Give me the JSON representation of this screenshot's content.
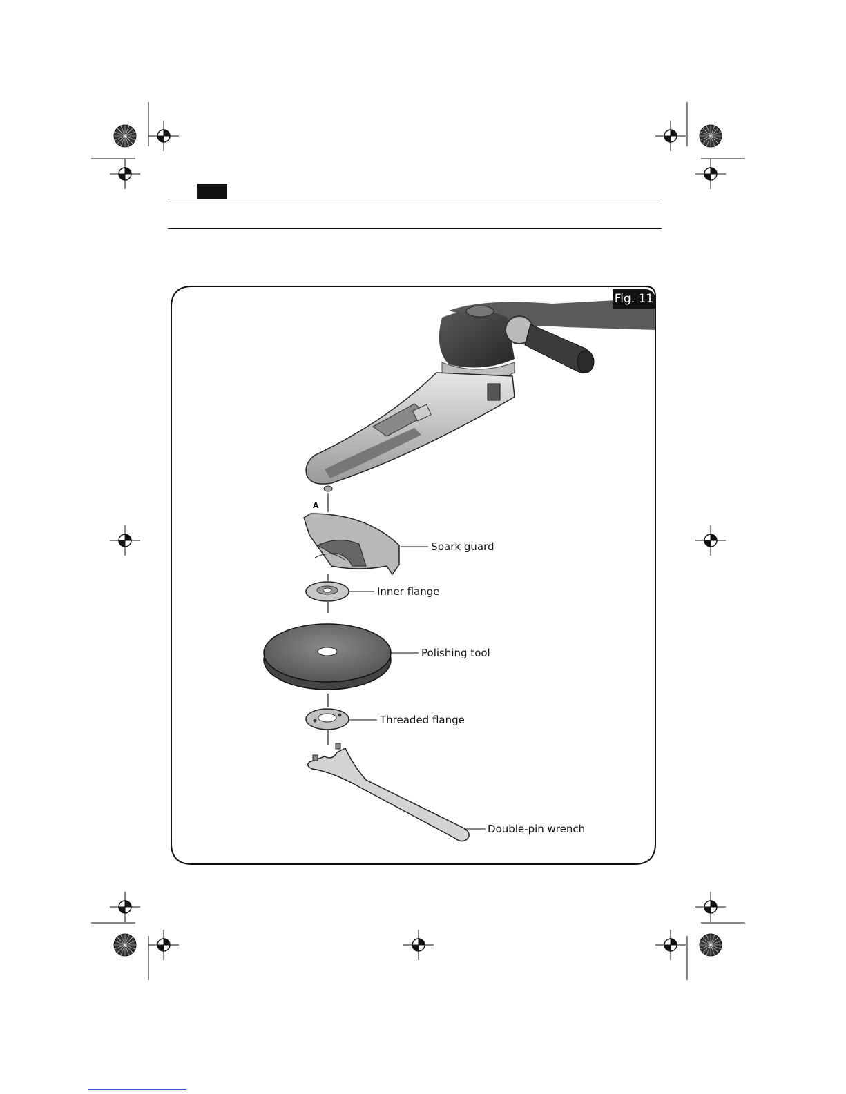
{
  "figure": {
    "tag": "Fig. 11",
    "marker": "A",
    "labels": {
      "spark_guard": "Spark guard",
      "inner_flange": "Inner flange",
      "polishing_tool": "Polishing tool",
      "threaded_flange": "Threaded flange",
      "double_pin_wrench": "Double-pin wrench"
    }
  },
  "colors": {
    "ink": "#111111",
    "tool_body": "#3a3a3a",
    "metal": "#c8c8c8",
    "disc": "#6b6b6b",
    "link": "#3355cc"
  },
  "icons": [
    "registration-mark-icon",
    "color-calibration-disc-icon",
    "crop-mark-icon"
  ]
}
